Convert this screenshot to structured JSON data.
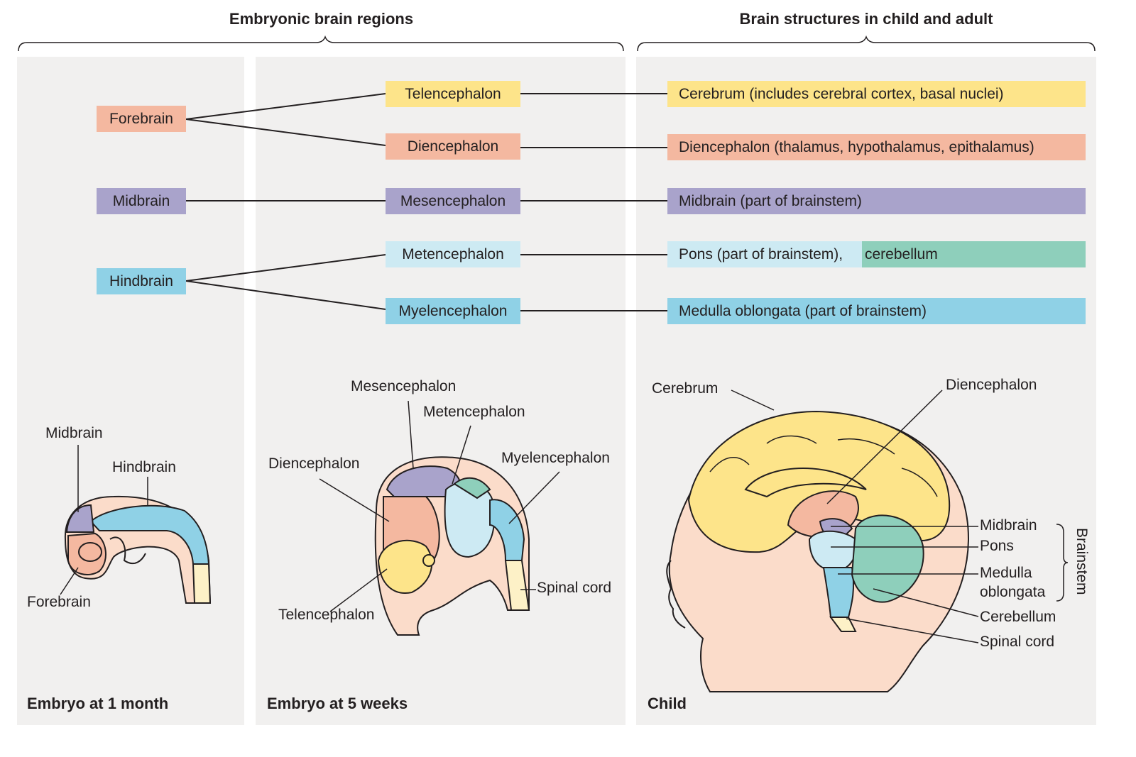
{
  "headers": {
    "embryonic": "Embryonic brain regions",
    "child_adult": "Brain structures in child and adult"
  },
  "colors": {
    "forebrain": "#f4b8a0",
    "telencephalon": "#fde48a",
    "midbrain": "#a9a3cb",
    "hindbrain": "#8fd1e6",
    "metencephalon": "#cdeaf3",
    "cerebellum": "#8ecfbb",
    "head": "#fbdcca"
  },
  "primary": {
    "forebrain": "Forebrain",
    "midbrain": "Midbrain",
    "hindbrain": "Hindbrain"
  },
  "secondary": {
    "telencephalon": "Telencephalon",
    "diencephalon": "Diencephalon",
    "mesencephalon": "Mesencephalon",
    "metencephalon": "Metencephalon",
    "myelencephalon": "Myelencephalon"
  },
  "adult": {
    "cerebrum": "Cerebrum (includes cerebral cortex, basal nuclei)",
    "diencephalon": "Diencephalon (thalamus, hypothalamus, epithalamus)",
    "midbrain": "Midbrain (part of brainstem)",
    "pons": "Pons (part of brainstem),",
    "cerebellum": "cerebellum",
    "medulla": "Medulla oblongata (part of brainstem)"
  },
  "panel_labels": {
    "one_month": "Embryo at 1 month",
    "five_weeks": "Embryo at 5 weeks",
    "child": "Child"
  },
  "embryo1_labels": {
    "midbrain": "Midbrain",
    "hindbrain": "Hindbrain",
    "forebrain": "Forebrain"
  },
  "embryo5_labels": {
    "mesencephalon": "Mesencephalon",
    "metencephalon": "Metencephalon",
    "diencephalon": "Diencephalon",
    "myelencephalon": "Myelencephalon",
    "spinal_cord": "Spinal cord",
    "telencephalon": "Telencephalon"
  },
  "child_labels": {
    "cerebrum": "Cerebrum",
    "diencephalon": "Diencephalon",
    "midbrain": "Midbrain",
    "pons": "Pons",
    "medulla_1": "Medulla",
    "medulla_2": "oblongata",
    "cerebellum": "Cerebellum",
    "spinal_cord": "Spinal cord",
    "brainstem": "Brainstem"
  }
}
